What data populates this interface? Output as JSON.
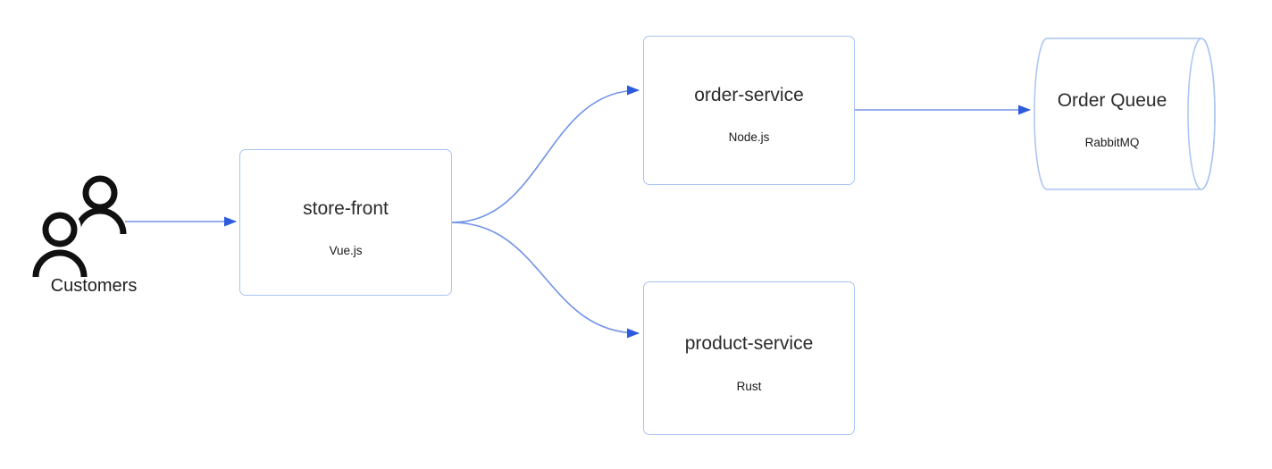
{
  "diagram": {
    "type": "architecture-flow",
    "colors": {
      "background": "#ffffff",
      "node_border": "#a8c4f4",
      "node_fill": "#ffffff",
      "edge_line": "#7193e6",
      "edge_arrowhead": "#2e5bdb",
      "title_text": "#2b2b2b",
      "icon": "#111111"
    },
    "nodes": [
      {
        "id": "customers",
        "label": "Customers",
        "sublabel": "",
        "type": "actor",
        "icon": "people-icon"
      },
      {
        "id": "store-front",
        "label": "store-front",
        "sublabel": "Vue.js",
        "type": "service-box"
      },
      {
        "id": "order-service",
        "label": "order-service",
        "sublabel": "Node.js",
        "type": "service-box"
      },
      {
        "id": "product-service",
        "label": "product-service",
        "sublabel": "Rust",
        "type": "service-box"
      },
      {
        "id": "order-queue",
        "label": "Order Queue",
        "sublabel": "RabbitMQ",
        "type": "queue-cylinder"
      }
    ],
    "edges": [
      {
        "from": "customers",
        "to": "store-front"
      },
      {
        "from": "store-front",
        "to": "order-service"
      },
      {
        "from": "store-front",
        "to": "product-service"
      },
      {
        "from": "order-service",
        "to": "order-queue"
      }
    ]
  }
}
